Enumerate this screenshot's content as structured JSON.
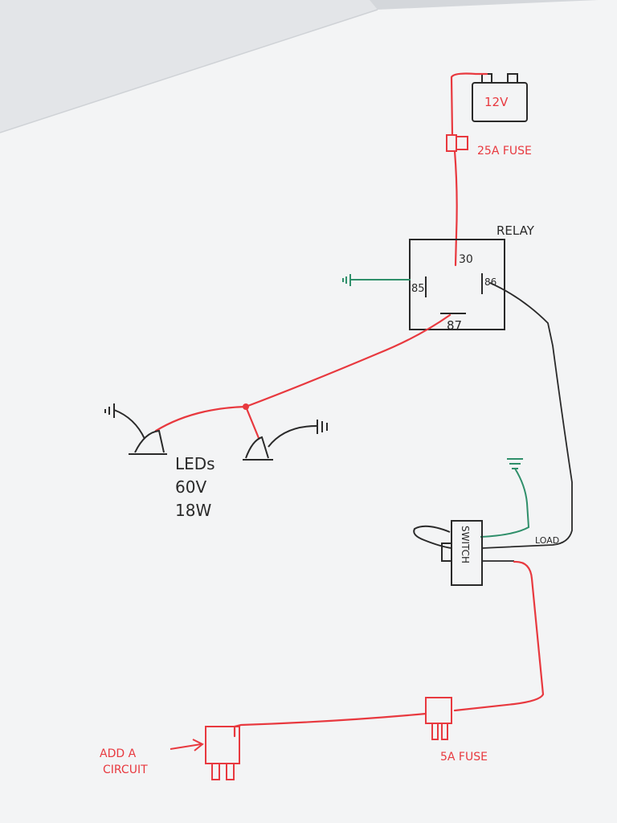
{
  "colors": {
    "red": "#e8393f",
    "black": "#2a2a2a",
    "green": "#2f8f6a",
    "paper": "#f4f5f6",
    "backSheet": "#e4e6e9"
  },
  "battery": {
    "label": "12V"
  },
  "mainFuse": {
    "label": "25A FUSE"
  },
  "relay": {
    "title": "RELAY",
    "pin30": "30",
    "pin85": "85",
    "pin86": "86",
    "pin87": "87"
  },
  "leds": {
    "line1": "LEDs",
    "line2": "60V",
    "line3": "18W"
  },
  "switch": {
    "label": "SWITCH",
    "loadLabel": "LOAD"
  },
  "switchFuse": {
    "label": "5A FUSE"
  },
  "addACircuit": {
    "line1": "ADD A",
    "line2": "CIRCUIT"
  }
}
